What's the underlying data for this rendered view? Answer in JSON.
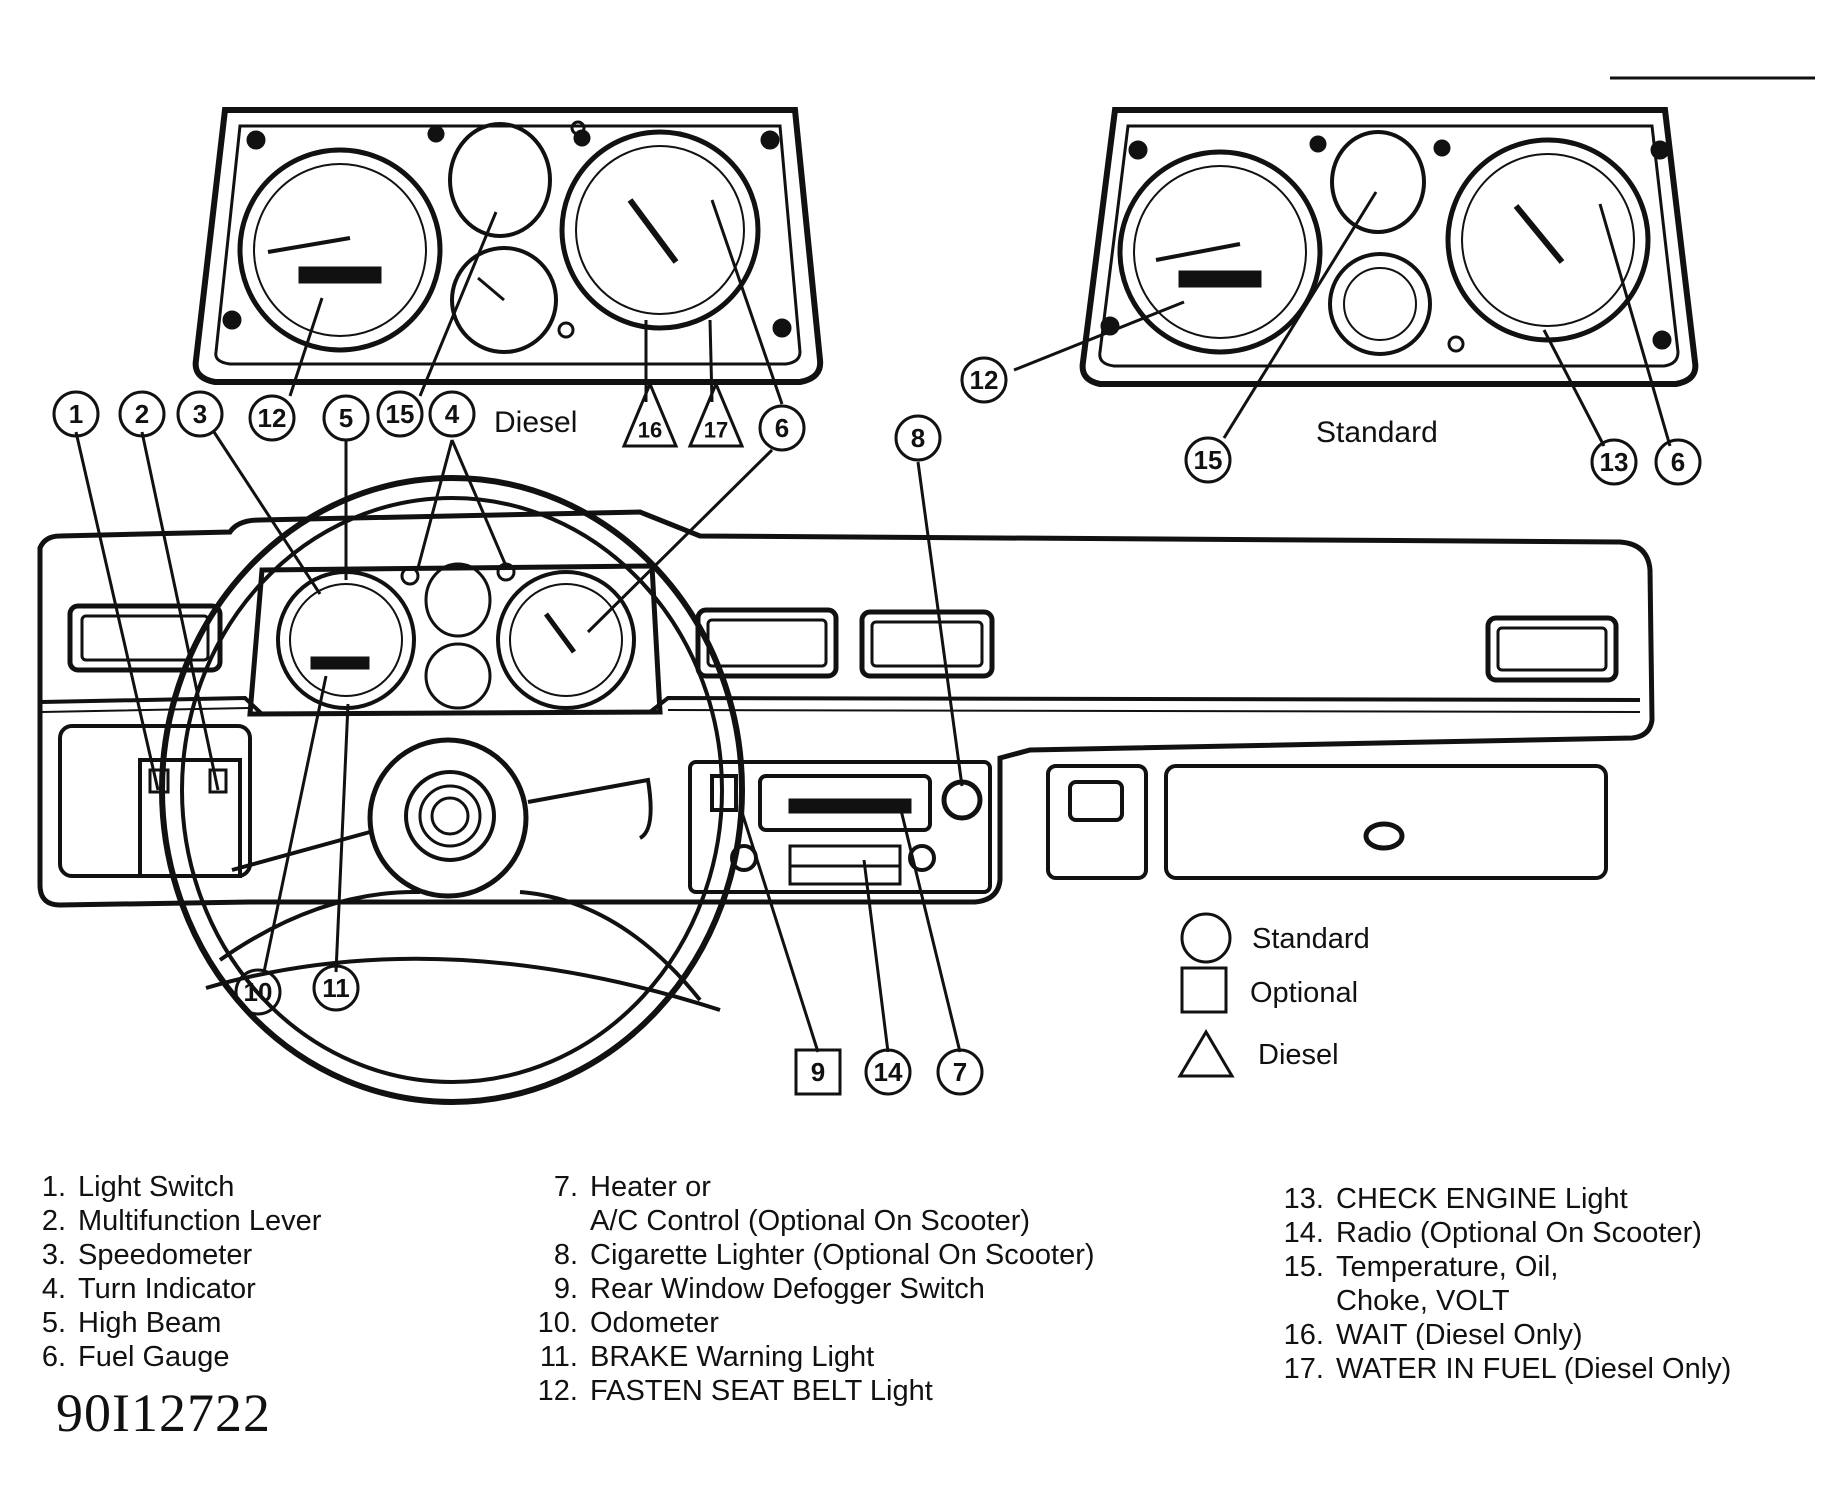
{
  "labels": {
    "diesel_cluster": "Diesel",
    "standard_cluster": "Standard"
  },
  "callouts": {
    "c1": "1",
    "c2": "2",
    "c3": "3",
    "c4": "4",
    "c5": "5",
    "c6a": "6",
    "c6b": "6",
    "c7": "7",
    "c8": "8",
    "c9": "9",
    "c10": "10",
    "c11": "11",
    "c12a": "12",
    "c12b": "12",
    "c13": "13",
    "c14": "14",
    "c15a": "15",
    "c15b": "15",
    "c16": "16",
    "c17": "17"
  },
  "legend": {
    "standard": "Standard",
    "optional": "Optional",
    "diesel": "Diesel"
  },
  "components": [
    {
      "num": "1.",
      "text": "Light Switch"
    },
    {
      "num": "2.",
      "text": "Multifunction Lever"
    },
    {
      "num": "3.",
      "text": "Speedometer"
    },
    {
      "num": "4.",
      "text": "Turn Indicator"
    },
    {
      "num": "5.",
      "text": "High Beam"
    },
    {
      "num": "6.",
      "text": "Fuel Gauge"
    },
    {
      "num": "7.",
      "text": "Heater or",
      "cont": "A/C Control (Optional On Scooter)"
    },
    {
      "num": "8.",
      "text": "Cigarette Lighter (Optional On Scooter)"
    },
    {
      "num": "9.",
      "text": "Rear Window Defogger Switch"
    },
    {
      "num": "10.",
      "text": "Odometer"
    },
    {
      "num": "11.",
      "text": "BRAKE Warning Light"
    },
    {
      "num": "12.",
      "text": "FASTEN SEAT BELT Light"
    },
    {
      "num": "13.",
      "text": "CHECK ENGINE Light"
    },
    {
      "num": "14.",
      "text": "Radio (Optional On Scooter)"
    },
    {
      "num": "15.",
      "text": "Temperature, Oil,",
      "cont": "Choke, VOLT"
    },
    {
      "num": "16.",
      "text": "WAIT (Diesel Only)"
    },
    {
      "num": "17.",
      "text": "WATER IN FUEL (Diesel Only)"
    }
  ],
  "figure_code": "90I12722"
}
